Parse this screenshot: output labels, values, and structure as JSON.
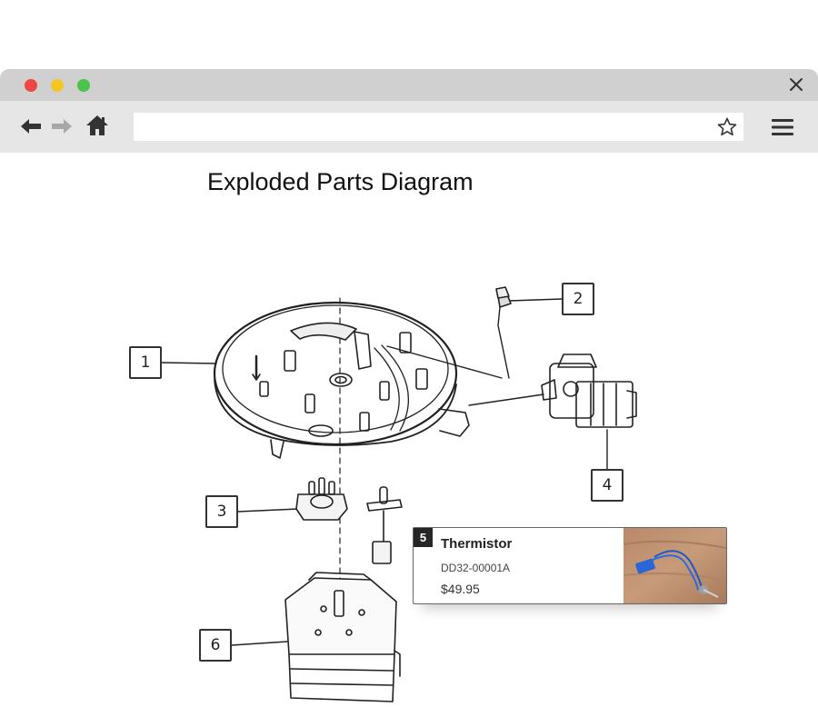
{
  "browser": {
    "url": "",
    "icons": {
      "close": "close-icon",
      "back": "arrow-left-icon",
      "forward": "arrow-right-icon",
      "home": "home-icon",
      "bookmark": "star-icon",
      "menu": "hamburger-menu-icon"
    },
    "traffic_lights": {
      "red": "#f04545",
      "yellow": "#f5c526",
      "green": "#4cc24a"
    }
  },
  "page": {
    "title": "Exploded Parts Diagram"
  },
  "callouts": [
    {
      "number": "1"
    },
    {
      "number": "2"
    },
    {
      "number": "3"
    },
    {
      "number": "4"
    },
    {
      "number": "6"
    }
  ],
  "part_card": {
    "number": "5",
    "name": "Thermistor",
    "sku": "DD32-00001A",
    "price": "$49.95"
  }
}
